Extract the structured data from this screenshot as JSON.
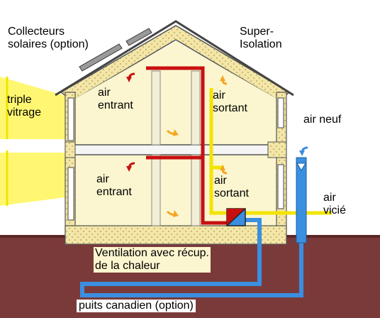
{
  "labels": {
    "solar_collectors": "Collecteurs\nsolaires (option)",
    "super_insulation": "Super-\nIsolation",
    "triple_glazing": "triple\nvitrage",
    "air_in_upper": "air\nentrant",
    "air_out_upper": "air\nsortant",
    "air_in_lower": "air\nentrant",
    "air_out_lower": "air\nsortant",
    "fresh_air": "air neuf",
    "stale_air": "air\nvicié",
    "ventilation": "Ventilation avec récup.\nde la chaleur",
    "canadian_well": "puits canadien (option)"
  },
  "colors": {
    "ground": "#7a3a3a",
    "insulation": "#f3e6a8",
    "interior": "#fbf6cf",
    "fresh_air_duct": "#3a8fe0",
    "warm_air_duct": "#c81010",
    "exhaust_duct": "#f2e400",
    "sunlight": "#fff76a",
    "arrow_orange": "#f5a623"
  }
}
